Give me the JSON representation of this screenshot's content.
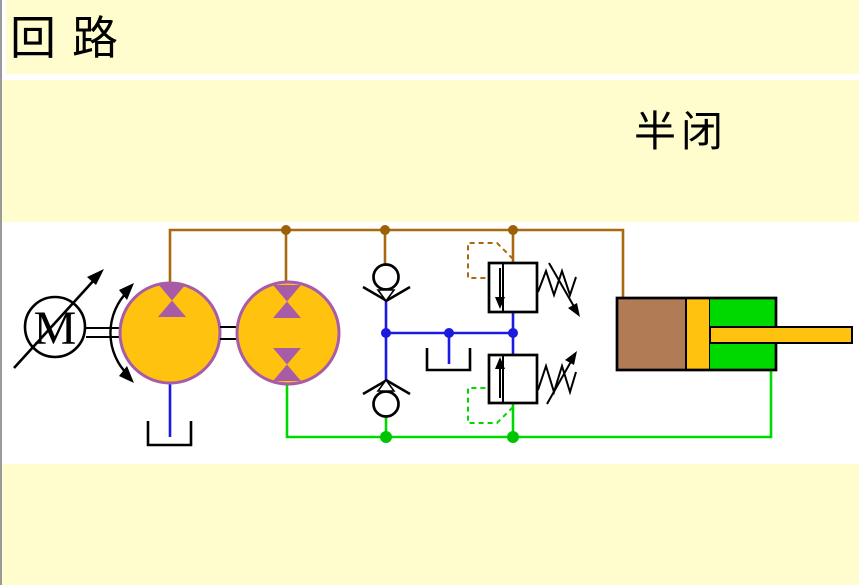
{
  "slide": {
    "title": "回路",
    "side_label": "半闭",
    "background_color": "#fffccd",
    "diagram_band_color": "#ffffff"
  },
  "motor": {
    "label": "M"
  },
  "colors": {
    "pressure_line_brown": "#a8690f",
    "drain_line_blue": "#1a1ae0",
    "return_line_green": "#00d900",
    "pump_fill_orange": "#ffc20e",
    "pump_stroke_purple": "#a85ca8",
    "flow_triangle_purple": "#a85ca8",
    "cylinder_cap_brown": "#b17b55",
    "piston_yellow": "#ffc20e",
    "cylinder_rod_side_green": "#00d900",
    "symbol_stroke_black": "#000000"
  },
  "components": {
    "motor": "variable-speed electric motor",
    "pump_left": "variable displacement pump (one direction)",
    "pump_right": "variable displacement pump (bidirectional)",
    "check_valve_upper": "check valve",
    "check_valve_lower": "check valve",
    "relief_valve_upper": "pilot relief valve with adjustable spring",
    "relief_valve_lower": "pilot relief valve with adjustable spring",
    "tank_left": "tank",
    "tank_center": "tank",
    "cylinder": "hydraulic cylinder with piston rod"
  }
}
